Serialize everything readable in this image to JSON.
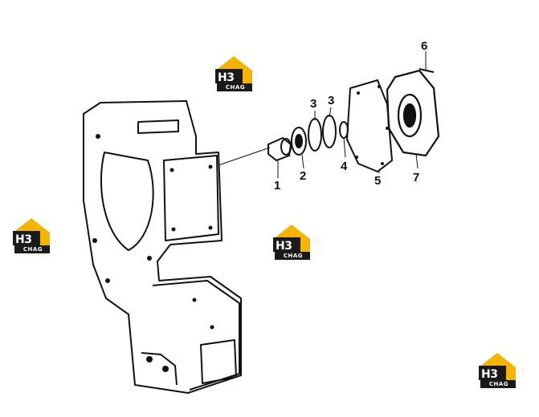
{
  "diagram": {
    "callouts": [
      {
        "id": "1",
        "label": "1"
      },
      {
        "id": "2",
        "label": "2"
      },
      {
        "id": "3a",
        "label": "3"
      },
      {
        "id": "3b",
        "label": "3"
      },
      {
        "id": "4",
        "label": "4"
      },
      {
        "id": "5",
        "label": "5"
      },
      {
        "id": "6",
        "label": "6"
      },
      {
        "id": "7",
        "label": "7"
      }
    ]
  },
  "watermark": {
    "brand": "H3",
    "sub": "CHAG",
    "colors": {
      "accent": "#f5b400",
      "dark": "#1a1a1a"
    }
  }
}
